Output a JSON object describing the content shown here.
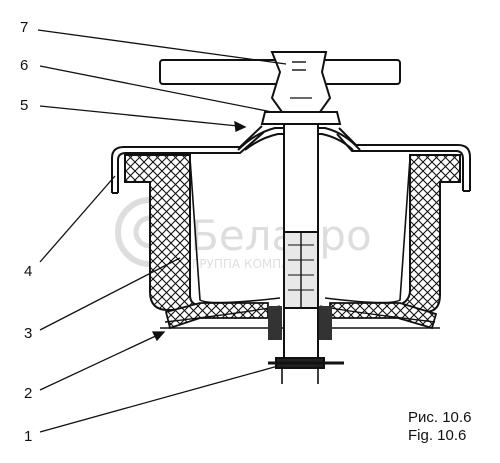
{
  "callouts": [
    "1",
    "2",
    "3",
    "4",
    "5",
    "6",
    "7"
  ],
  "caption": {
    "ru": "Рис. 10.6",
    "en": "Fig. 10.6"
  },
  "watermark": {
    "brand": "Белагро",
    "tagline": "ГРУППА КОМПАНИЙ"
  }
}
